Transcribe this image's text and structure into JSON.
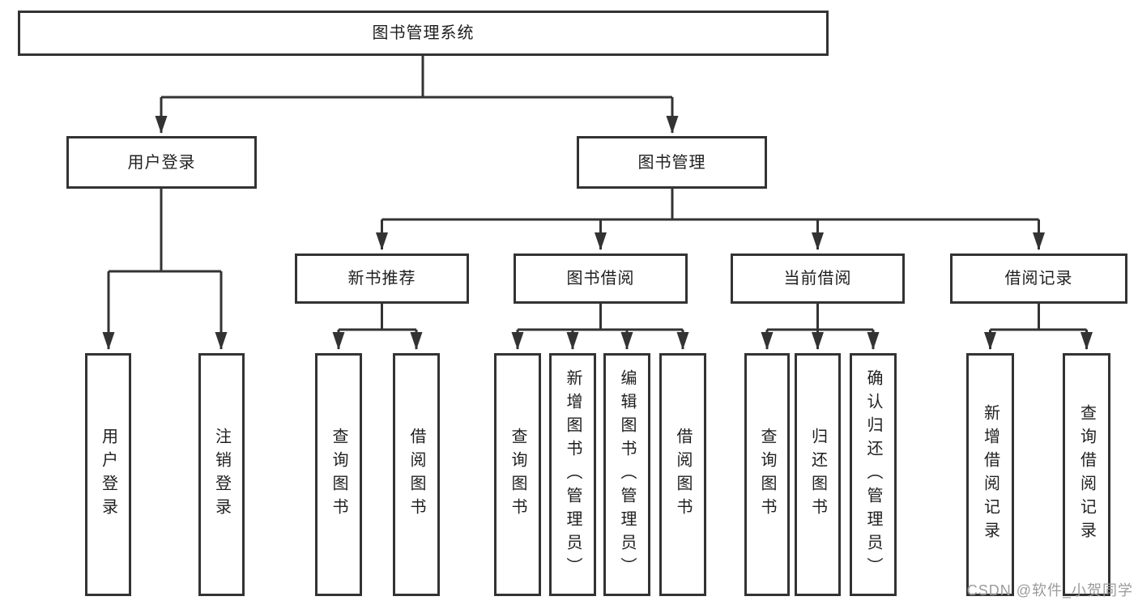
{
  "page": {
    "background": "#ffffff"
  },
  "diagram": {
    "type": "tree",
    "line_color": "#333333",
    "text_color": "#1f1f1f",
    "box_background": "#ffffff",
    "root": {
      "label": "图书管理系统"
    },
    "branches": [
      {
        "label": "用户登录",
        "leaves": [
          {
            "label": "用户登录"
          },
          {
            "label": "注销登录"
          }
        ]
      },
      {
        "label": "图书管理",
        "groups": [
          {
            "label": "新书推荐",
            "leaves": [
              {
                "label": "查询图书"
              },
              {
                "label": "借阅图书"
              }
            ]
          },
          {
            "label": "图书借阅",
            "leaves": [
              {
                "label": "查询图书"
              },
              {
                "label": "新增图书（管理员）"
              },
              {
                "label": "编辑图书（管理员）"
              },
              {
                "label": "借阅图书"
              }
            ]
          },
          {
            "label": "当前借阅",
            "leaves": [
              {
                "label": "查询图书"
              },
              {
                "label": "归还图书"
              },
              {
                "label": "确认归还（管理员）"
              }
            ]
          },
          {
            "label": "借阅记录",
            "leaves": [
              {
                "label": "新增借阅记录"
              },
              {
                "label": "查询借阅记录"
              }
            ]
          }
        ]
      }
    ]
  },
  "watermark": {
    "text": "CSDN @软件_小贺同学",
    "color": "#9b9b9b"
  }
}
